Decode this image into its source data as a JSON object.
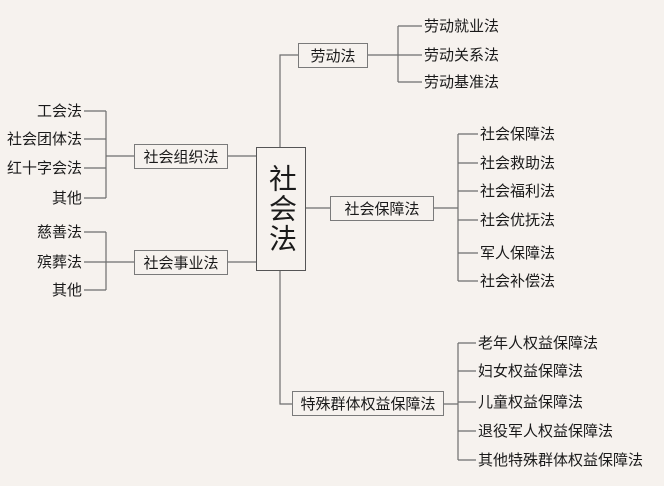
{
  "root": "社会法",
  "branches": {
    "labor": {
      "label": "劳动法",
      "children": [
        "劳动就业法",
        "劳动关系法",
        "劳动基准法"
      ]
    },
    "org": {
      "label": "社会组织法",
      "children": [
        "工会法",
        "社会团体法",
        "红十字会法",
        "其他"
      ]
    },
    "security": {
      "label": "社会保障法",
      "children": [
        "社会保障法",
        "社会救助法",
        "社会福利法",
        "社会优抚法",
        "军人保障法",
        "社会补偿法"
      ]
    },
    "cause": {
      "label": "社会事业法",
      "children": [
        "慈善法",
        "殡葬法",
        "其他"
      ]
    },
    "special": {
      "label": "特殊群体权益保障法",
      "children": [
        "老年人权益保障法",
        "妇女权益保障法",
        "儿童权益保障法",
        "退役军人权益保障法",
        "其他特殊群体权益保障法"
      ]
    }
  }
}
